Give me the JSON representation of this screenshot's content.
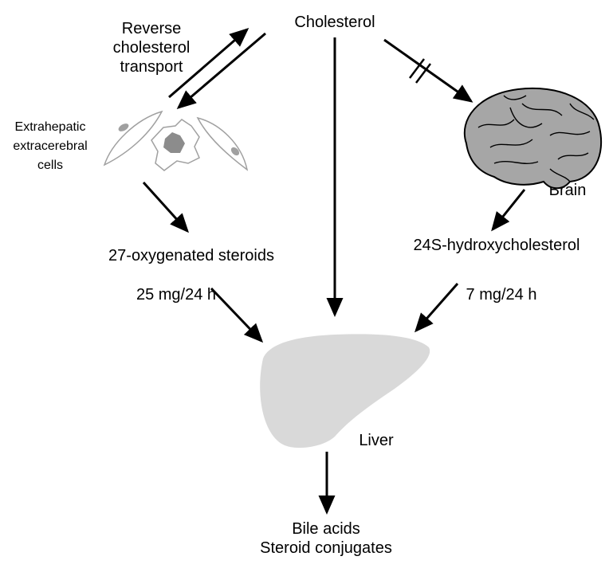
{
  "labels": {
    "cholesterol": "Cholesterol",
    "reverse_transport": [
      "Reverse",
      "cholesterol",
      "transport"
    ],
    "extrahepatic": [
      "Extrahepatic",
      "extracerebral",
      "cells"
    ],
    "brain": "Brain",
    "oxygenated_27": "27-oxygenated steroids",
    "hydroxy_24s": "24S-hydroxycholesterol",
    "rate_left": "25 mg/24 h",
    "rate_right": "7 mg/24 h",
    "liver": "Liver",
    "outputs": [
      "Bile acids",
      "Steroid conjugates"
    ]
  },
  "colors": {
    "arrow": "#000000",
    "liver_fill": "#d9d9d9",
    "brain_fill": "#a6a6a6",
    "cell_outline": "#a0a0a0",
    "nucleus_fill": "#a0a0a0"
  }
}
